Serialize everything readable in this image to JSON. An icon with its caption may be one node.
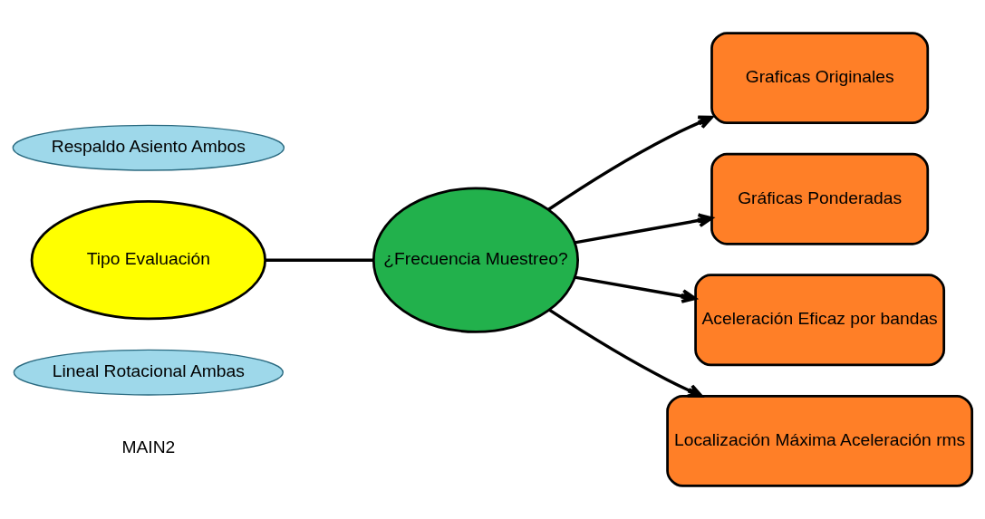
{
  "diagram": {
    "nodes": [
      {
        "text": [
          "Lineal Rotacional Ambas"
        ]
      },
      {
        "text": [
          "Tipo Evaluación"
        ]
      },
      {
        "text": [
          "Respaldo Asiento Ambos"
        ]
      },
      {
        "text": [
          "¿Frecuencia Muestreo?"
        ]
      },
      {
        "text": [
          "Graficas Originales"
        ]
      },
      {
        "text": [
          "Gráficas Ponderadas"
        ]
      },
      {
        "text": [
          "Aceleración Eficaz por bandas"
        ]
      },
      {
        "text": [
          "Localización Máxima Aceleración rms"
        ]
      }
    ],
    "edges": [
      {
        "from": 1,
        "to": 3,
        "arrow": "none"
      },
      {
        "from": 3,
        "to": 4,
        "arrow": "to"
      },
      {
        "from": 3,
        "to": 5,
        "arrow": "to"
      },
      {
        "from": 3,
        "to": 6,
        "arrow": "to"
      },
      {
        "from": 3,
        "to": 7,
        "arrow": "to"
      }
    ],
    "labels": [
      "MAIN2"
    ]
  }
}
